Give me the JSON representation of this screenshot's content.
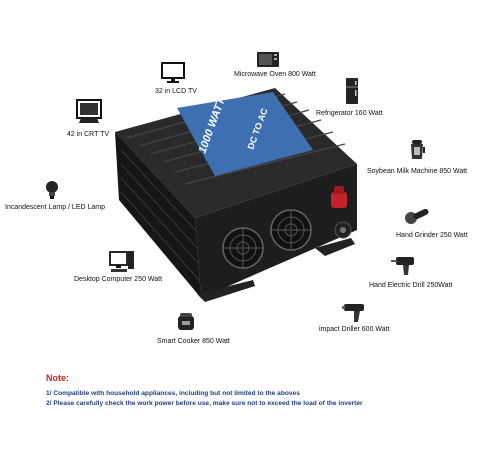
{
  "appliances": [
    {
      "id": "lcd-tv",
      "label": "32 in LCD TV",
      "icon": "lcd-tv-icon"
    },
    {
      "id": "microwave",
      "label": "Microwave Oven 800 Watt",
      "icon": "microwave-icon"
    },
    {
      "id": "refrigerator",
      "label": "Refrigerator 160 Watt",
      "icon": "refrigerator-icon"
    },
    {
      "id": "crt-tv",
      "label": "42 in CRT TV",
      "icon": "crt-tv-icon"
    },
    {
      "id": "soybean",
      "label": "Soybean Milk Machine 850 Watt",
      "icon": "soybean-machine-icon"
    },
    {
      "id": "lamp",
      "label": "Incandescent Lamp / LED Lamp",
      "icon": "lamp-icon"
    },
    {
      "id": "grinder",
      "label": "Hand  Grinder 250 Watt",
      "icon": "grinder-icon"
    },
    {
      "id": "computer",
      "label": "Desktop Computer 250 Watt",
      "icon": "computer-icon"
    },
    {
      "id": "drill",
      "label": "Hand Electric Drill 250Watt",
      "icon": "drill-icon"
    },
    {
      "id": "driller",
      "label": "impact Driller 600 Watt",
      "icon": "impact-driller-icon"
    },
    {
      "id": "cooker",
      "label": "Smart Cooker 850 Watt",
      "icon": "smart-cooker-icon"
    }
  ],
  "product": {
    "power_label": "1000 WATT",
    "type_label": "DC TO AC",
    "subtitle": "POWER INVERTER",
    "colors": {
      "body": "#1b1b1b",
      "panel": "#3e6fb0",
      "switch": "#c2222a"
    }
  },
  "note": {
    "title": "Note:",
    "lines": [
      "1/ Compatible with household appliances, including but not limited to the aboves",
      "2/ Please carefully check the work power before use, make sure not to exceed the load of the inverter"
    ],
    "colors": {
      "title": "#d6231e",
      "text": "#1f3f86"
    }
  }
}
